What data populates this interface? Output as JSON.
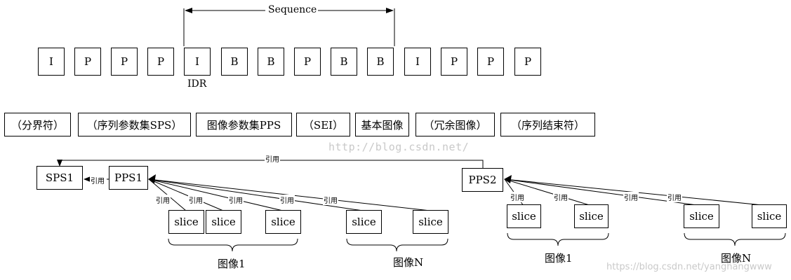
{
  "frames": [
    "I",
    "P",
    "P",
    "P",
    "I",
    "B",
    "B",
    "P",
    "B",
    "B",
    "I",
    "P",
    "P",
    "P"
  ],
  "sequence_label": "Sequence",
  "idr_label": "IDR",
  "nal_units": [
    "（分界符）",
    "（序列参数集SPS）",
    "图像参数集PPS",
    "（SEI）",
    "基本图像",
    "（冗余图像）",
    "（序列结束符）"
  ],
  "watermark_center": "http://blog.csdn.net/",
  "watermark_corner": "https://blog.csdn.net/yanghangwww",
  "ref_label": "引用",
  "sps1": "SPS1",
  "pps1": "PPS1",
  "pps2": "PPS2",
  "slice_label": "slice",
  "group1_picture1": "图像1",
  "group1_pictureN": "图像N",
  "group2_picture1": "图像1",
  "group2_pictureN": "图像N"
}
